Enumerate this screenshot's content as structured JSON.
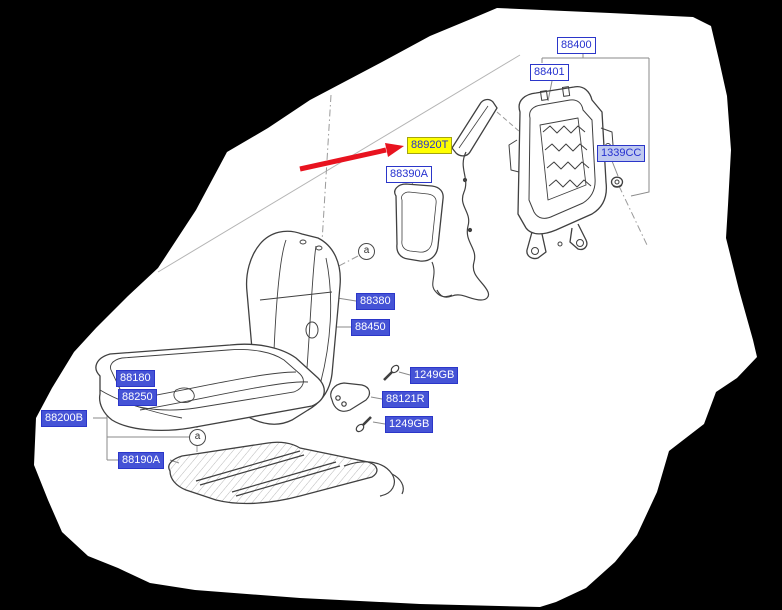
{
  "diagram": {
    "type": "exploded-parts-diagram",
    "subject": "front seat assembly",
    "highlighted_part": "88920T"
  },
  "labels": [
    {
      "id": "88400",
      "text": "88400",
      "state": "normal"
    },
    {
      "id": "88401",
      "text": "88401",
      "state": "normal"
    },
    {
      "id": "1339CC",
      "text": "1339CC",
      "state": "visited"
    },
    {
      "id": "88920T",
      "text": "88920T",
      "state": "highlighted"
    },
    {
      "id": "88390A",
      "text": "88390A",
      "state": "normal"
    },
    {
      "id": "88380",
      "text": "88380",
      "state": "selected"
    },
    {
      "id": "88450",
      "text": "88450",
      "state": "selected"
    },
    {
      "id": "1249GB-top",
      "text": "1249GB",
      "state": "selected"
    },
    {
      "id": "88121R",
      "text": "88121R",
      "state": "selected"
    },
    {
      "id": "1249GB-bottom",
      "text": "1249GB",
      "state": "selected"
    },
    {
      "id": "88180",
      "text": "88180",
      "state": "selected"
    },
    {
      "id": "88250",
      "text": "88250",
      "state": "selected"
    },
    {
      "id": "88200B",
      "text": "88200B",
      "state": "selected"
    },
    {
      "id": "88190A",
      "text": "88190A",
      "state": "selected"
    }
  ],
  "callouts": {
    "upper": "a",
    "lower": "a"
  },
  "colors": {
    "background": "#000000",
    "paper": "#ffffff",
    "label_blue": "#2531cf",
    "selected_bg": "#4553d6",
    "selected_text": "#ffffff",
    "highlight_bg": "#ffff00",
    "visited_bg": "#bfc9f0",
    "arrow_red": "#e8131f",
    "line_dark": "#404040",
    "line_gray": "#888888"
  }
}
